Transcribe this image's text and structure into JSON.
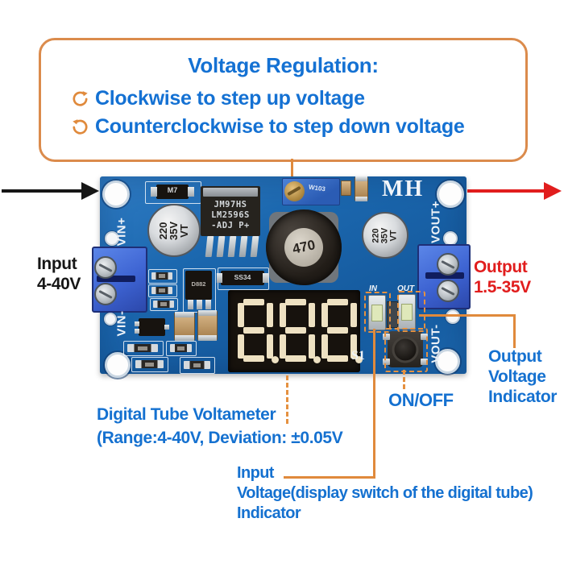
{
  "colors": {
    "accent_orange": "#e08a3c",
    "label_blue": "#1571d0",
    "arrow_red": "#e11d1d",
    "arrow_black": "#161616",
    "pcb_blue": "#1b67ae"
  },
  "callout": {
    "title": "Voltage Regulation:",
    "line1": "Clockwise to step up voltage",
    "line2": "Counterclockwise to step down voltage"
  },
  "labels": {
    "input_line1": "Input",
    "input_line2": "4-40V",
    "output_line1": "Output",
    "output_line2": "1.5-35V",
    "voltmeter_line1": "Digital Tube Voltameter",
    "voltmeter_line2": "(Range:4-40V, Deviation: ±0.05V",
    "on_off": "ON/OFF",
    "output_ind_line1": "Output",
    "output_ind_line2": "Voltage",
    "output_ind_line3": "Indicator",
    "input_ind_line1": "Input",
    "input_ind_line2": "Voltage(display switch of the digital tube)",
    "input_ind_line3": "Indicator"
  },
  "board": {
    "brand": "MH",
    "chip_line1": "JM97HS",
    "chip_line2": "LM2596S",
    "chip_line3": "-ADJ P+",
    "inductor_value": "470",
    "input_cap_text": "220\n35V\nVT",
    "output_cap_text": "220\n35V\nVT",
    "diode_top": "M7",
    "diode_mid": "SS34",
    "transistor": "D882",
    "pot_marking": "W103",
    "switch_ref": "S1",
    "led_in": "IN",
    "led_out": "OUT",
    "vin_plus": "VIN+",
    "vin_minus": "VIN-",
    "vout_plus": "VOUT+",
    "vout_minus": "VOUT-",
    "display_digits": [
      "8",
      "8",
      "8"
    ]
  }
}
